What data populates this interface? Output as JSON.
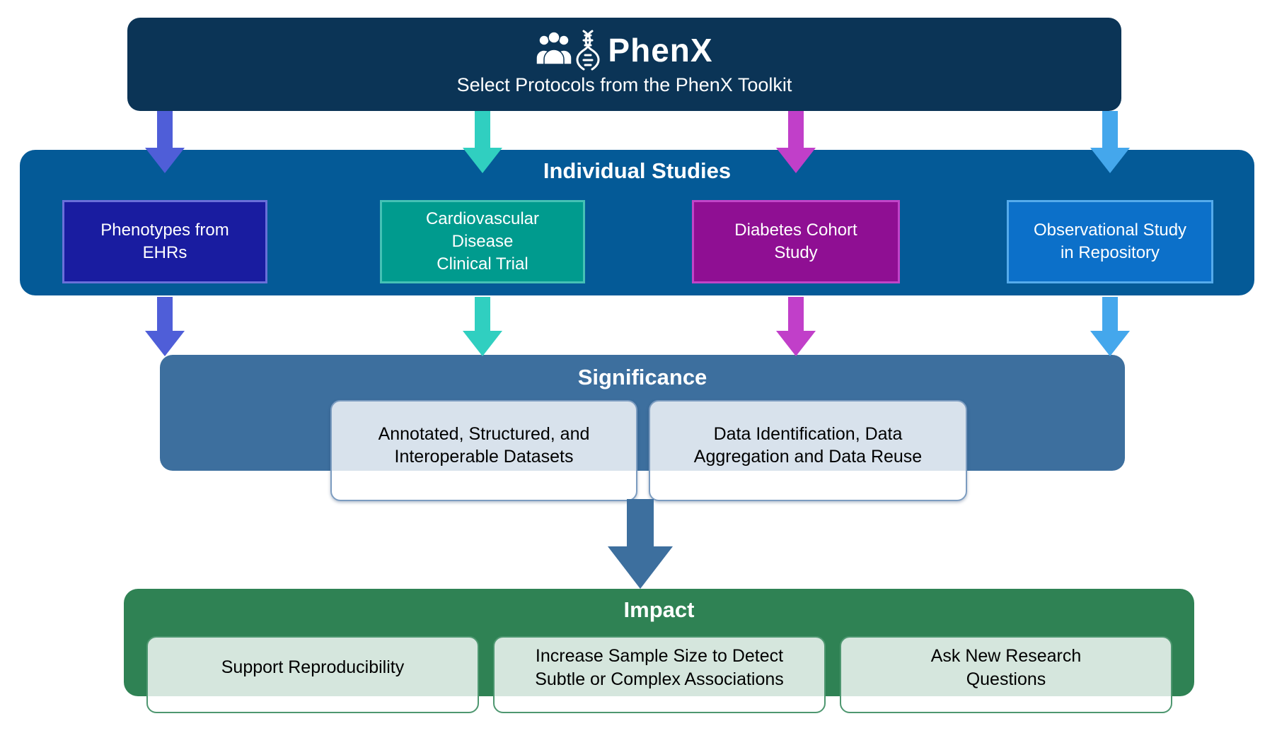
{
  "header": {
    "logo_text": "PhenX",
    "subtitle": "Select Protocols from the PhenX Toolkit",
    "bg": "#0B3456"
  },
  "individual_studies": {
    "title": "Individual Studies",
    "bg": "#045A97",
    "studies": [
      {
        "label": "Phenotypes from\nEHRs",
        "fill": "#191CA0",
        "border": "#6A6FD9",
        "arrow_color": "#4F5ED8"
      },
      {
        "label": "Cardiovascular\nDisease\nClinical Trial",
        "fill": "#009B8E",
        "border": "#45C1B5",
        "arrow_color": "#30CFC0"
      },
      {
        "label": "Diabetes Cohort\nStudy",
        "fill": "#8F0F93",
        "border": "#C144C8",
        "arrow_color": "#C13FC9"
      },
      {
        "label": "Observational Study\nin Repository",
        "fill": "#0C70C9",
        "border": "#55ABEB",
        "arrow_color": "#44A7EC"
      }
    ]
  },
  "significance": {
    "title": "Significance",
    "bg": "#3D6F9E",
    "items": [
      {
        "label": "Annotated, Structured, and\nInteroperable Datasets"
      },
      {
        "label": "Data Identification, Data\nAggregation and Data Reuse"
      }
    ]
  },
  "flow_arrow_color": "#3D6F9E",
  "impact": {
    "title": "Impact",
    "bg": "#2F8254",
    "items": [
      {
        "label": "Support Reproducibility"
      },
      {
        "label": "Increase Sample Size to Detect\nSubtle or Complex Associations"
      },
      {
        "label": "Ask New Research\nQuestions"
      }
    ]
  }
}
